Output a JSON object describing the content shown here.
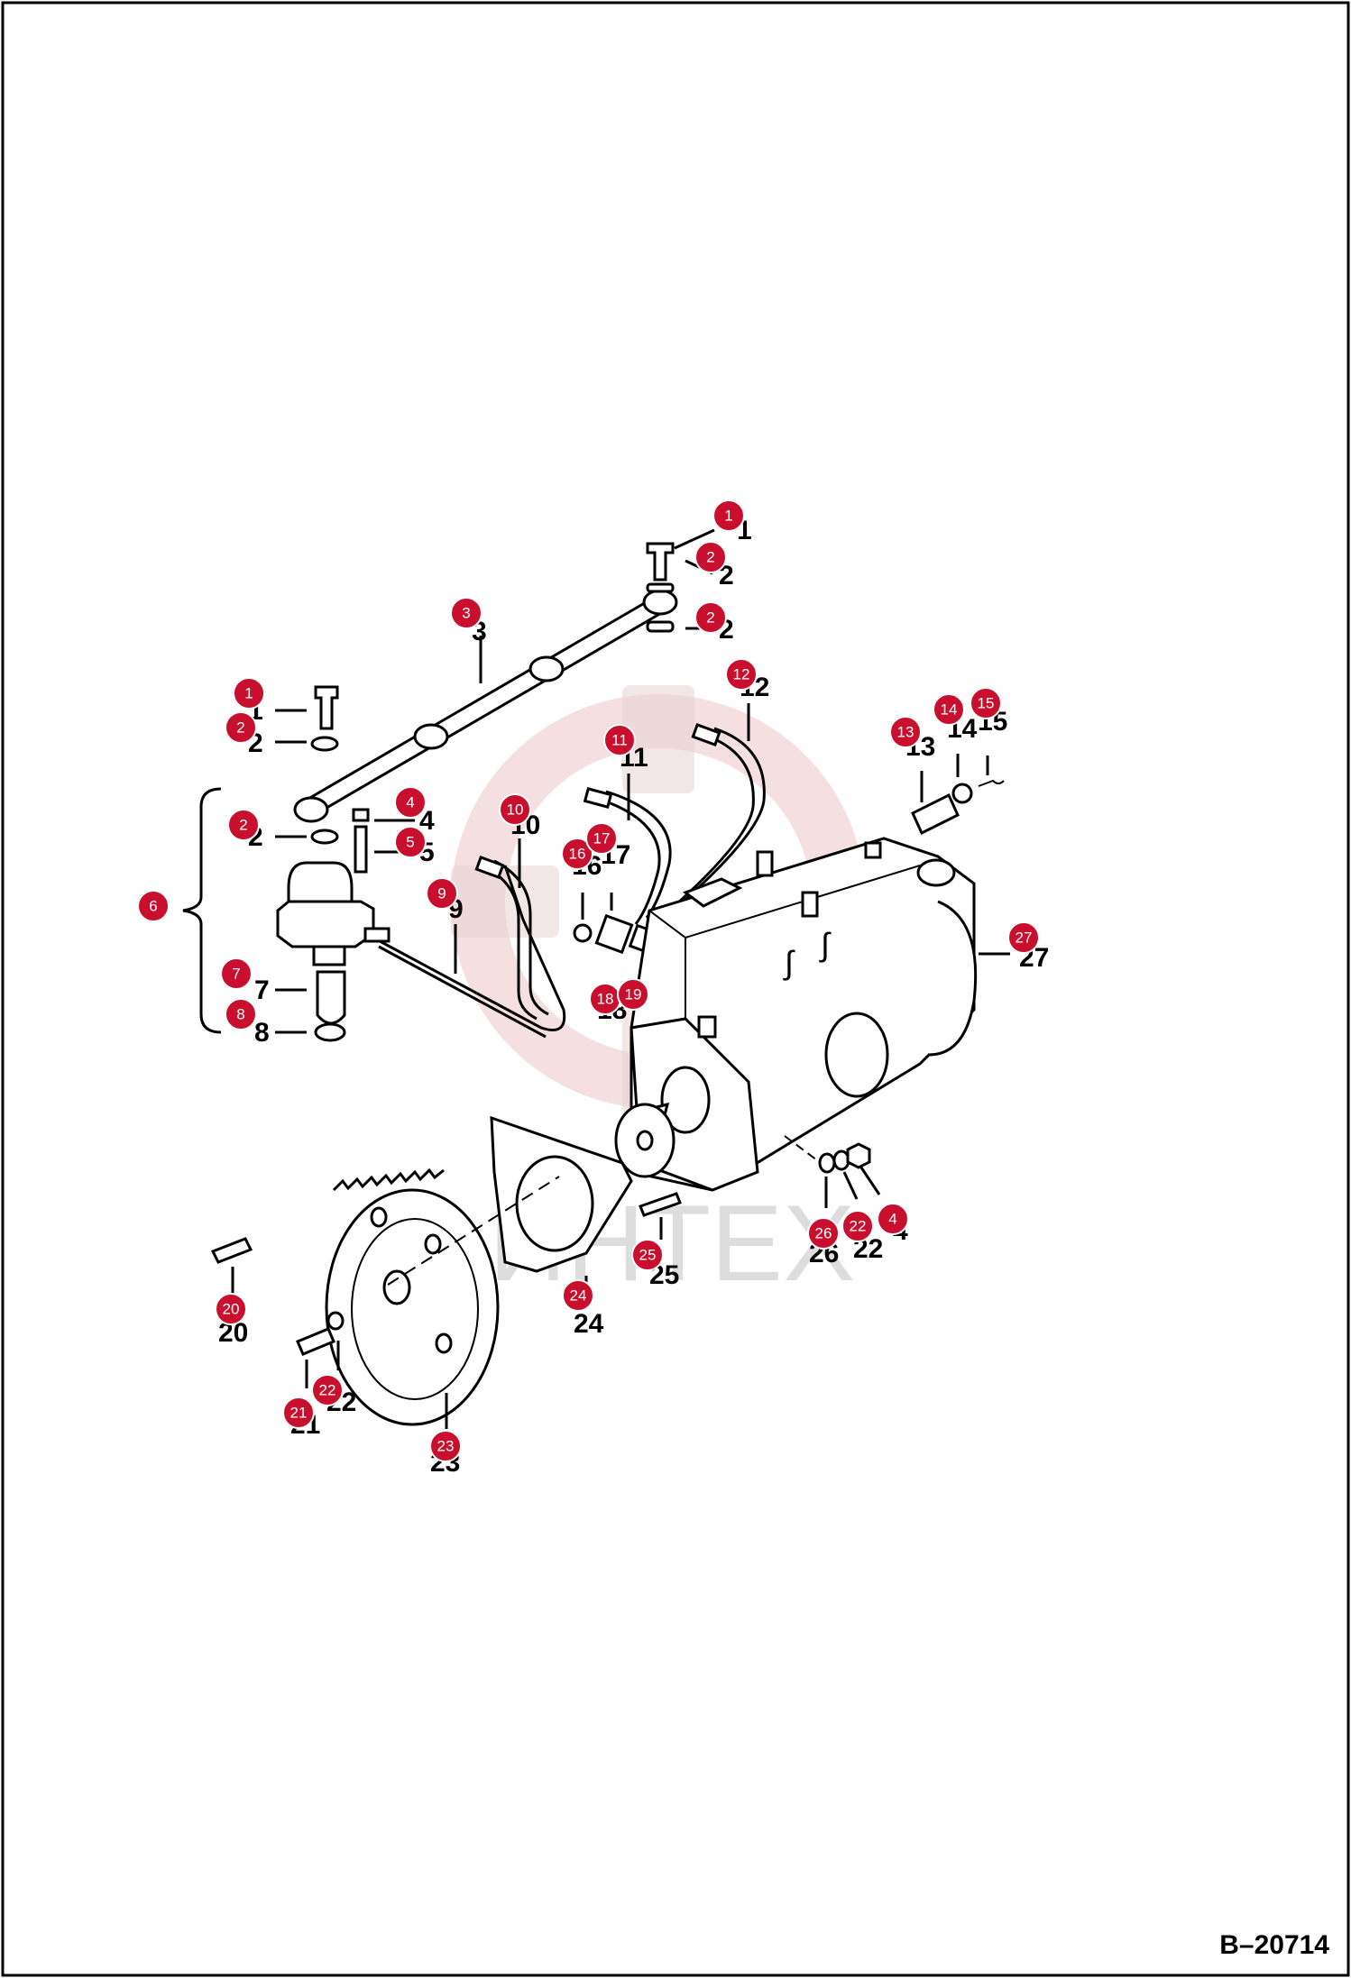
{
  "drawing_code": "B–20714",
  "watermark_text": "ИНТЕХ",
  "accent_color": "#c8102e",
  "callouts": [
    {
      "id": "m1a",
      "label": "1"
    },
    {
      "id": "m2a",
      "label": "2"
    },
    {
      "id": "m2b",
      "label": "2"
    },
    {
      "id": "m3",
      "label": "3"
    },
    {
      "id": "m1b",
      "label": "1"
    },
    {
      "id": "m2c",
      "label": "2"
    },
    {
      "id": "m2d",
      "label": "2"
    },
    {
      "id": "m4a",
      "label": "4"
    },
    {
      "id": "m5",
      "label": "5"
    },
    {
      "id": "m6",
      "label": "6"
    },
    {
      "id": "m7",
      "label": "7"
    },
    {
      "id": "m8",
      "label": "8"
    },
    {
      "id": "m9",
      "label": "9"
    },
    {
      "id": "m10",
      "label": "10"
    },
    {
      "id": "m11",
      "label": "11"
    },
    {
      "id": "m12",
      "label": "12"
    },
    {
      "id": "m13",
      "label": "13"
    },
    {
      "id": "m14",
      "label": "14"
    },
    {
      "id": "m15",
      "label": "15"
    },
    {
      "id": "m16",
      "label": "16"
    },
    {
      "id": "m17",
      "label": "17"
    },
    {
      "id": "m18",
      "label": "18"
    },
    {
      "id": "m19",
      "label": "19"
    },
    {
      "id": "m20",
      "label": "20"
    },
    {
      "id": "m21",
      "label": "21"
    },
    {
      "id": "m22a",
      "label": "22"
    },
    {
      "id": "m22b",
      "label": "22"
    },
    {
      "id": "m23",
      "label": "23"
    },
    {
      "id": "m24",
      "label": "24"
    },
    {
      "id": "m25",
      "label": "25"
    },
    {
      "id": "m26",
      "label": "26"
    },
    {
      "id": "m4b",
      "label": "4"
    },
    {
      "id": "m27",
      "label": "27"
    }
  ],
  "captions": [
    {
      "id": "c1a",
      "label": "1"
    },
    {
      "id": "c2a",
      "label": "2"
    },
    {
      "id": "c2b",
      "label": "2"
    },
    {
      "id": "c3",
      "label": "3"
    },
    {
      "id": "c1b",
      "label": "1"
    },
    {
      "id": "c2c",
      "label": "2"
    },
    {
      "id": "c2d",
      "label": "2"
    },
    {
      "id": "c4a",
      "label": "4"
    },
    {
      "id": "c5",
      "label": "5"
    },
    {
      "id": "c7",
      "label": "7"
    },
    {
      "id": "c8",
      "label": "8"
    },
    {
      "id": "c9",
      "label": "9"
    },
    {
      "id": "c10",
      "label": "10"
    },
    {
      "id": "c11",
      "label": "11"
    },
    {
      "id": "c12",
      "label": "12"
    },
    {
      "id": "c13",
      "label": "13"
    },
    {
      "id": "c14",
      "label": "14"
    },
    {
      "id": "c15",
      "label": "15"
    },
    {
      "id": "c16",
      "label": "16"
    },
    {
      "id": "c17",
      "label": "17"
    },
    {
      "id": "c18",
      "label": "18"
    },
    {
      "id": "c20",
      "label": "20"
    },
    {
      "id": "c21",
      "label": "21"
    },
    {
      "id": "c22a",
      "label": "22"
    },
    {
      "id": "c22b",
      "label": "22"
    },
    {
      "id": "c23",
      "label": "23"
    },
    {
      "id": "c24",
      "label": "24"
    },
    {
      "id": "c25",
      "label": "25"
    },
    {
      "id": "c26",
      "label": "26"
    },
    {
      "id": "c4b",
      "label": "4"
    },
    {
      "id": "c27",
      "label": "27"
    }
  ]
}
